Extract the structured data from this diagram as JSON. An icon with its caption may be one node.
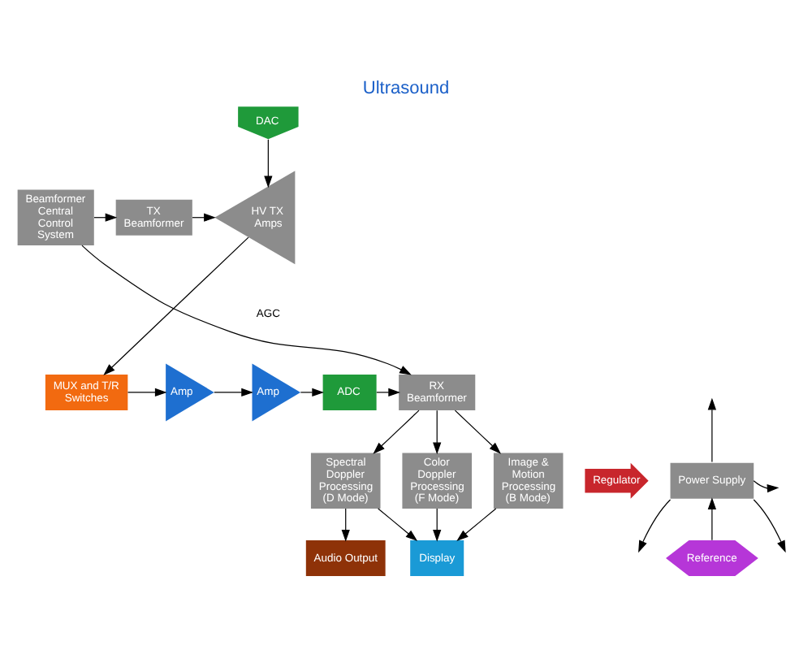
{
  "diagram": {
    "title": "Ultrasound",
    "nodes": [
      {
        "text": [
          "DAC"
        ]
      },
      {
        "text": [
          "HV TX Amps"
        ]
      },
      {
        "text": [
          "TX Beamformer"
        ]
      },
      {
        "text": [
          "Beamformer Central Control System"
        ]
      },
      {
        "text": [
          "MUX and T/R Switches"
        ]
      },
      {
        "text": [
          "Amp"
        ]
      },
      {
        "text": [
          "Amp"
        ]
      },
      {
        "text": [
          "ADC"
        ]
      },
      {
        "text": [
          "RX Beamformer"
        ]
      },
      {
        "text": [
          "Spectral Doppler Processing (D Mode)"
        ]
      },
      {
        "text": [
          "Image & Motion Processing (B Mode)"
        ]
      },
      {
        "text": [
          "Color Doppler Processing (F Mode)"
        ]
      },
      {
        "text": [
          "Regulator"
        ]
      },
      {
        "text": [
          "Power Supply"
        ]
      },
      {
        "text": [
          "Reference"
        ]
      },
      {
        "text": [
          "Audio Output"
        ]
      },
      {
        "text": [
          "Display"
        ]
      }
    ],
    "edges": [
      {
        "from": 0,
        "to": 1,
        "arrow": "to"
      },
      {
        "from": 3,
        "to": 2,
        "arrow": "to"
      },
      {
        "from": 2,
        "to": 1,
        "arrow": "to"
      },
      {
        "from": 1,
        "to": 4,
        "arrow": "to"
      },
      {
        "from": 4,
        "to": 5,
        "arrow": "to"
      },
      {
        "from": 5,
        "to": 6,
        "arrow": "to"
      },
      {
        "from": 6,
        "to": 7,
        "arrow": "to"
      },
      {
        "from": 7,
        "to": 8,
        "arrow": "to"
      },
      {
        "from": 3,
        "to": 8,
        "arrow": "to"
      },
      {
        "from": 8,
        "to": 9,
        "arrow": "to"
      },
      {
        "from": 8,
        "to": 10,
        "arrow": "to"
      },
      {
        "from": 8,
        "to": 11,
        "arrow": "to"
      },
      {
        "from": 9,
        "to": 15,
        "arrow": "to"
      },
      {
        "from": 9,
        "to": 16,
        "arrow": "to"
      },
      {
        "from": 10,
        "to": 16,
        "arrow": "to"
      },
      {
        "from": 11,
        "to": 16,
        "arrow": "to"
      },
      {
        "from": 14,
        "to": 13,
        "arrow": "to"
      },
      {
        "from": 13,
        "to": null,
        "arrow": "to"
      },
      {
        "from": 13,
        "to": null,
        "arrow": "to"
      },
      {
        "from": 13,
        "to": null,
        "arrow": "to"
      },
      {
        "from": 13,
        "to": null,
        "arrow": "to"
      }
    ],
    "labels": [
      "AGC"
    ]
  }
}
